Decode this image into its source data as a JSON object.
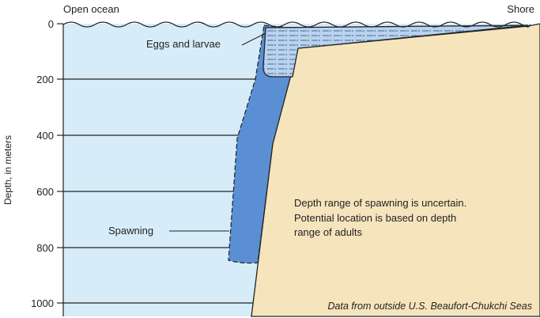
{
  "labels": {
    "open_ocean": "Open ocean",
    "shore": "Shore",
    "eggs_larvae": "Eggs and larvae",
    "spawning": "Spawning",
    "y_axis": "Depth, in meters",
    "note_line1": "Depth range of spawning is uncertain.",
    "note_line2": "Potential location is based on depth",
    "note_line3": "range of adults",
    "source": "Data from outside U.S. Beaufort-Chukchi Seas"
  },
  "depth_ticks": [
    "0",
    "200",
    "400",
    "600",
    "800",
    "1000"
  ],
  "colors": {
    "water": "#d6ecf8",
    "shelf": "#f6e4bd",
    "spawning_zone": "#5b8fd4",
    "eggs_zone": "#b9d3ee",
    "outline": "#222222"
  },
  "icons": {
    "surface": "wave-line"
  }
}
